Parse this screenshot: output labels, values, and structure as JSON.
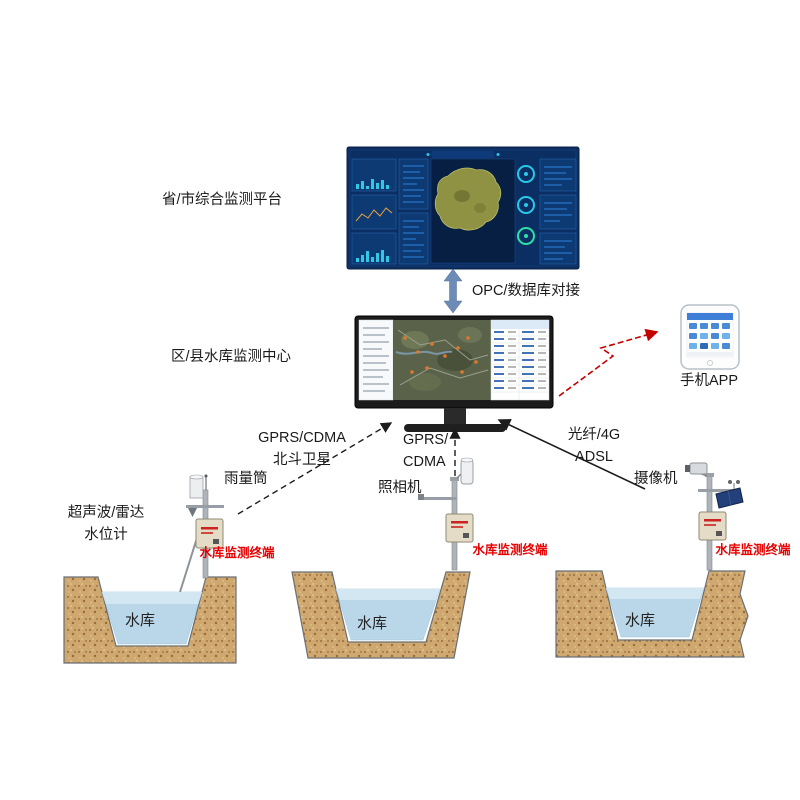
{
  "labels": {
    "platform": "省/市综合监测平台",
    "opc": "OPC/数据库对接",
    "center": "区/县水库监测中心",
    "phone": "手机APP",
    "link_left_1": "GPRS/CDMA",
    "link_left_2": "北斗卫星",
    "link_mid_1": "GPRS/",
    "link_mid_2": "CDMA",
    "link_right_1": "光纤/4G",
    "link_right_2": "ADSL",
    "rain_gauge": "雨量筒",
    "camera": "照相机",
    "video_camera": "摄像机",
    "water_level_1": "超声波/雷达",
    "water_level_2": "水位计",
    "terminal": "水库监测终端",
    "reservoir": "水库"
  },
  "colors": {
    "terminal_text": "#e60000",
    "arrow_red": "#c40000",
    "arrow_double": "#6d8cb5",
    "dashboard_bg": "#0c2f63",
    "dashboard_panel": "#0e3a74",
    "map_olive": "#8f9143",
    "water": "#b9d7e8",
    "soil": "#cfa86f",
    "terminal_box": "#e4dcc6"
  }
}
